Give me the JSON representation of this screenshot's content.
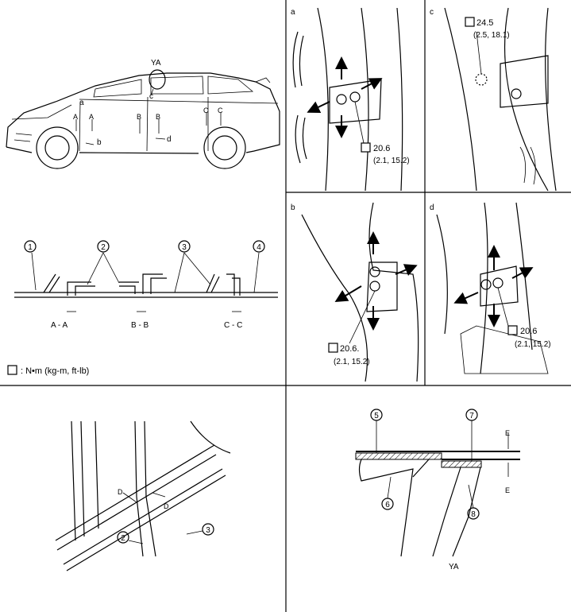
{
  "overview": {
    "view_label": "YA",
    "points": [
      "a",
      "b",
      "c",
      "d"
    ],
    "section_marks": [
      "A",
      "A",
      "B",
      "B",
      "C",
      "C"
    ]
  },
  "panels": {
    "a": {
      "label": "a",
      "torque": "20.6",
      "torque_sub": "(2.1, 15.2)"
    },
    "b": {
      "label": "b",
      "torque": "20.6.",
      "torque_sub": "(2.1, 15.2)"
    },
    "c": {
      "label": "c",
      "torque": "24.5",
      "torque_sub": "(2.5, 18.1)"
    },
    "d": {
      "label": "d",
      "torque": "20.6",
      "torque_sub": "(2.1, 15.2)"
    }
  },
  "sections": {
    "parts": [
      "1",
      "2",
      "3",
      "4"
    ],
    "labels": [
      "A - A",
      "B - B",
      "C - C"
    ]
  },
  "legend": {
    "text": ": N•m (kg-m, ft-lb)"
  },
  "detail_d": {
    "parts": [
      "2",
      "3"
    ],
    "marks": [
      "D",
      "D"
    ]
  },
  "detail_e": {
    "parts": [
      "5",
      "6",
      "7",
      "8"
    ],
    "marks": [
      "E",
      "E"
    ],
    "view_label": "YA"
  }
}
